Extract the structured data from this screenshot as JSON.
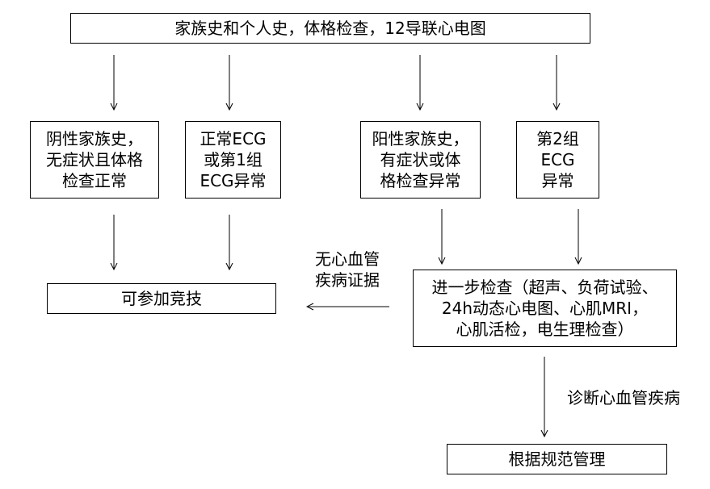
{
  "nodes": {
    "top": {
      "lines": [
        "家族史和个人史，体格检查，12导联心电图"
      ]
    },
    "neg_family": {
      "lines": [
        "阴性家族史，",
        "无症状且体格",
        "检查正常"
      ]
    },
    "normal_ecg": {
      "lines": [
        "正常ECG",
        "或第1组",
        "ECG异常"
      ]
    },
    "pos_family": {
      "lines": [
        "阳性家族史，",
        "有症状或体",
        "格检查异常"
      ]
    },
    "group2_ecg": {
      "lines": [
        "第2组",
        "ECG",
        "异常"
      ]
    },
    "can_compete": {
      "lines": [
        "可参加竞技"
      ]
    },
    "further_exam": {
      "lines": [
        "进一步检查（超声、负荷试验、",
        "24h动态心电图、心肌MRI，",
        "心肌活检，电生理检查）"
      ]
    },
    "manage": {
      "lines": [
        "根据规范管理"
      ]
    }
  },
  "edge_labels": {
    "no_cvd": [
      "无心血管",
      "疾病证据"
    ],
    "diagnose_cvd": [
      "诊断心血管疾病"
    ]
  }
}
